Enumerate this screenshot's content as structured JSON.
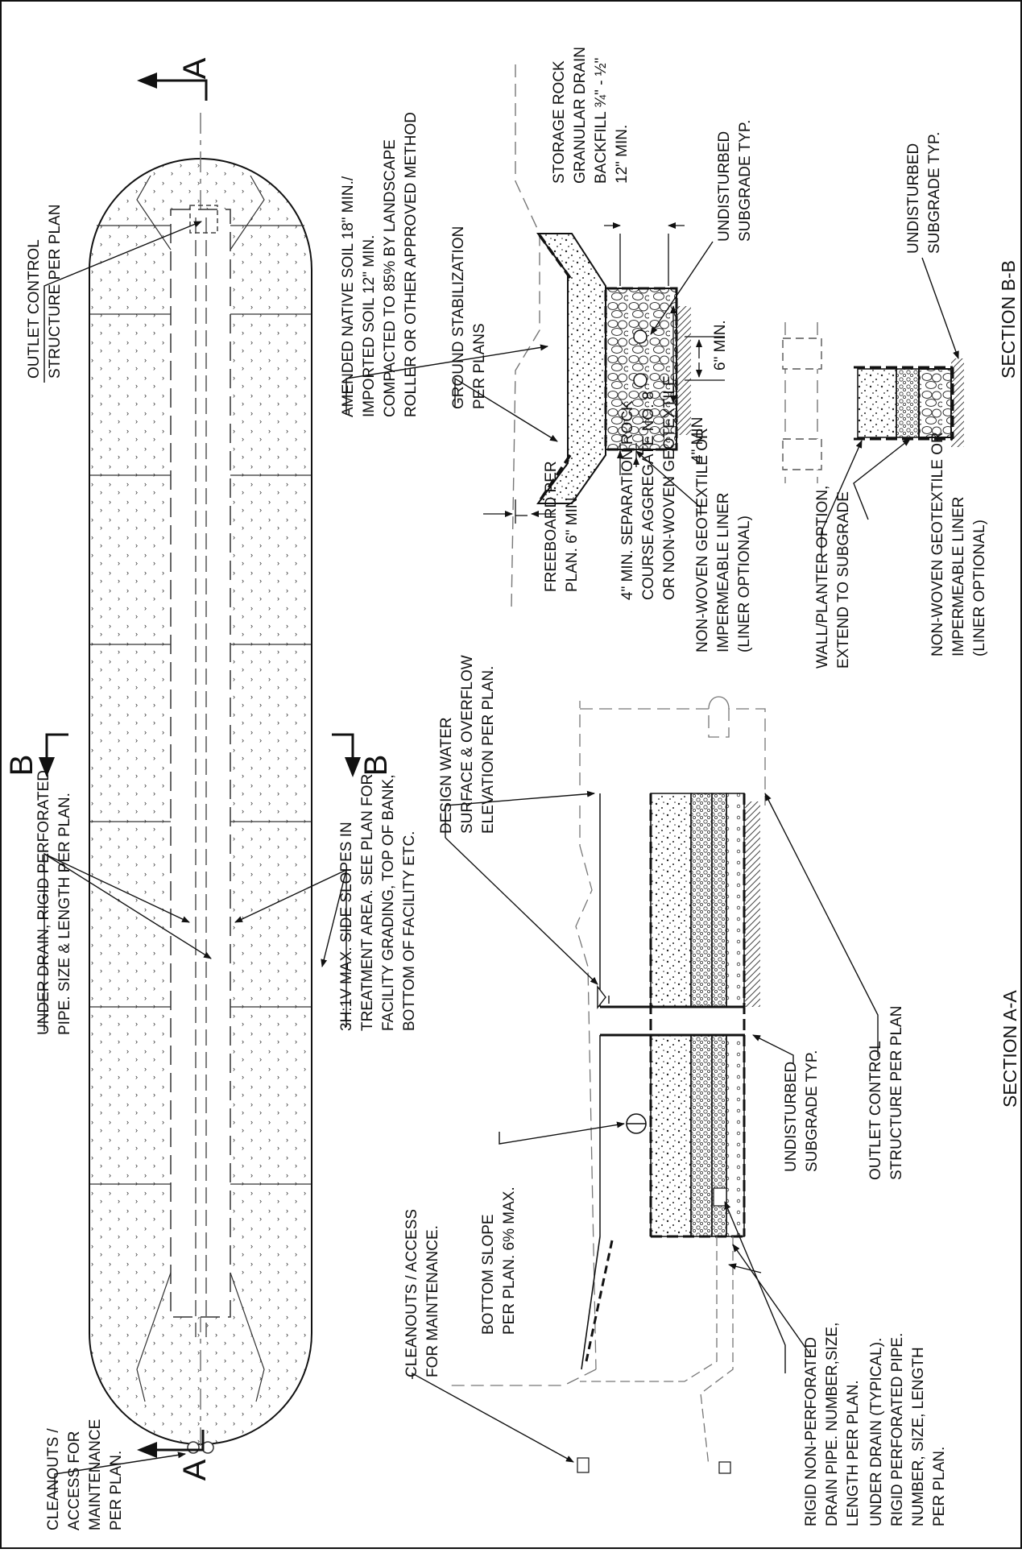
{
  "section_markers": {
    "a_top_letter": "A",
    "a_bottom_letter": "A",
    "b_left_letter": "B",
    "b_right_letter": "B"
  },
  "plan_view": {
    "outlet_control": [
      "OUTLET CONTROL",
      "STRUCTURE PER PLAN"
    ],
    "under_drain": [
      "UNDER DRAIN, RIGID PERFORATED",
      "PIPE. SIZE & LENGTH PER PLAN."
    ],
    "side_slopes": [
      "3H:1V MAX. SIDE SLOPES IN",
      "TREATMENT AREA. SEE PLAN FOR",
      "FACILITY GRADING, TOP OF BANK,",
      "BOTTOM OF FACILITY ETC."
    ],
    "cleanouts": [
      "CLEANOUTS /",
      "ACCESS FOR",
      "MAINTENANCE",
      "PER PLAN."
    ]
  },
  "section_b": {
    "amended_soil": [
      "AMENDED NATIVE SOIL 18\" MIN./",
      "IMPORTED SOIL 12\" MIN.",
      "COMPACTED TO 85% BY LANDSCAPE",
      "ROLLER OR OTHER APPROVED METHOD"
    ],
    "ground_stabilization": [
      "GROUND STABILIZATION",
      "PER PLANS"
    ],
    "storage_rock": [
      "STORAGE ROCK",
      "GRANULAR DRAIN",
      "BACKFILL ¾\" - ½\"",
      "12\" MIN."
    ],
    "undisturbed_1": [
      "UNDISTURBED",
      "SUBGRADE TYP."
    ],
    "undisturbed_2": [
      "UNDISTURBED",
      "SUBGRADE TYP."
    ],
    "dim_6in": "6\" MIN.",
    "dim_4in": "4\" MIN",
    "freeboard": [
      "FREEBOARD PER",
      "PLAN. 6\" MIN."
    ],
    "separation_rock": [
      "4\" MIN. SEPARATION ROCK",
      "COURSE AGGREGATE NO. 8",
      "OR NON-WOVEN GEOTEXTILE"
    ],
    "geotextile_1": [
      "NON-WOVEN GEOTEXTILE OR",
      "IMPERMEABLE LINER",
      "(LINER OPTIONAL)"
    ],
    "wall_planter": [
      "WALL/PLANTER OPTION,",
      "EXTEND TO SUBGRADE"
    ],
    "geotextile_2": [
      "NON-WOVEN GEOTEXTILE OR",
      "IMPERMEABLE LINER",
      "(LINER OPTIONAL)"
    ],
    "title": "SECTION B-B"
  },
  "section_a": {
    "design_water": [
      "DESIGN WATER",
      "SURFACE & OVERFLOW",
      "ELEVATION PER PLAN."
    ],
    "cleanouts": [
      "CLEANOUTS / ACCESS",
      "FOR MAINTENANCE."
    ],
    "bottom_slope": [
      "BOTTOM SLOPE",
      "PER PLAN. 6% MAX."
    ],
    "non_perforated": [
      "RIGID NON-PERFORATED",
      "DRAIN PIPE. NUMBER,SIZE,",
      "LENGTH PER PLAN."
    ],
    "under_drain_typ": [
      "UNDER DRAIN (TYPICAL).",
      "RIGID PERFORATED PIPE.",
      "NUMBER, SIZE, LENGTH",
      "PER PLAN."
    ],
    "undisturbed": [
      "UNDISTURBED",
      "SUBGRADE TYP."
    ],
    "outlet_control": [
      "OUTLET CONTROL",
      "STRUCTURE PER PLAN"
    ],
    "title": "SECTION A-A"
  },
  "colors": {
    "line": "#111111",
    "dash": "#555555",
    "fill": "#ffffff"
  }
}
